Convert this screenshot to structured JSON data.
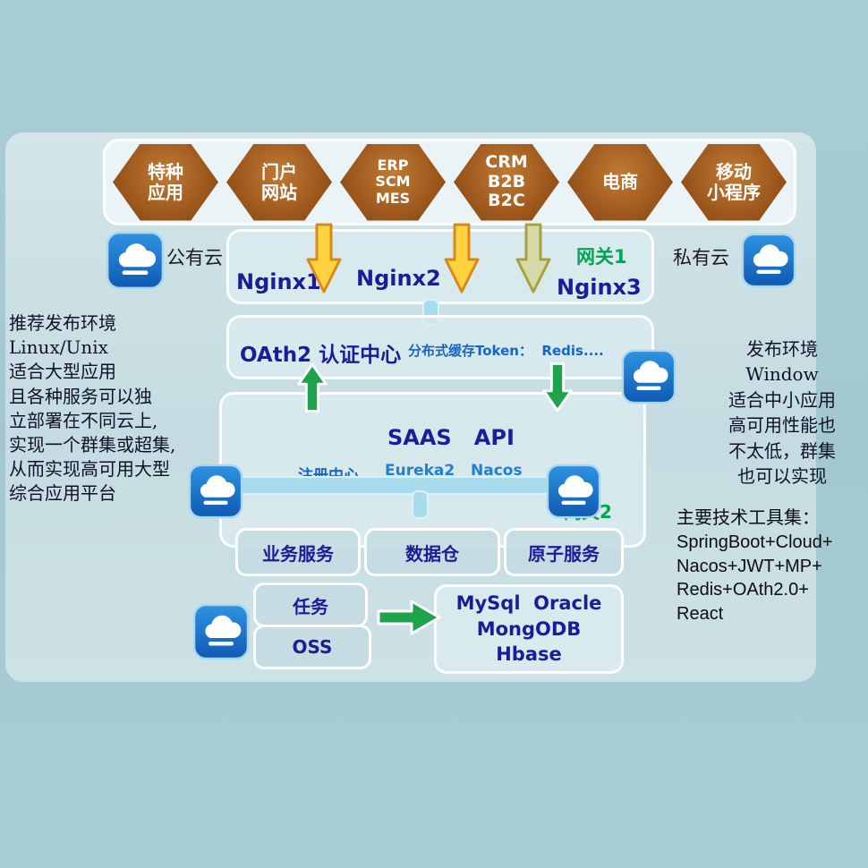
{
  "colors": {
    "green": "#00a651",
    "navy": "#1c1c99",
    "blue": "#1565c8",
    "hexagon_brown": "#a05a1e",
    "cloud_blue": "#1778d0",
    "arrow_yellow": "#ffd23f",
    "arrow_green": "#1fa24c"
  },
  "apps": {
    "items": [
      "特种\n应用",
      "门户\n网站",
      "ERP\nSCM\nMES",
      "CRM\nB2B\nB2C",
      "电商",
      "移动\n小程序"
    ]
  },
  "clouds": {
    "public_label": "公有云",
    "private_label": "私有云"
  },
  "gateway1": {
    "label": "网关1",
    "nginx1": "Nginx1",
    "nginx2": "Nginx2",
    "nginx3": "Nginx3"
  },
  "oauth": {
    "title": "OAth2 认证中心",
    "cache": "分布式缓存Token：  Redis...."
  },
  "saas": {
    "title": "SAAS   API",
    "registry_label": "注册中心",
    "registry_items": "Eureka2   Nacos",
    "gateway2_label": "网关2"
  },
  "services": [
    "业务服务",
    "数据仓",
    "原子服务"
  ],
  "middleware": {
    "task": "任务",
    "oss": "OSS"
  },
  "database": {
    "lines": "MySql  Oracle\nMongODB\nHbase"
  },
  "notes": {
    "left": "推荐发布环境\n Linux/Unix\n适合大型应用\n且各种服务可以独\n立部署在不同云上,\n实现一个群集或超集,\n从而实现高可用大型\n综合应用平台",
    "right": "发布环境\nWindow\n适合中小应用\n高可用性能也\n不太低，群集\n也可以实现",
    "tech": "主要技术工具集：\nSpringBoot+Cloud+\nNacos+JWT+MP+\nRedis+OAth2.0+\nReact"
  }
}
